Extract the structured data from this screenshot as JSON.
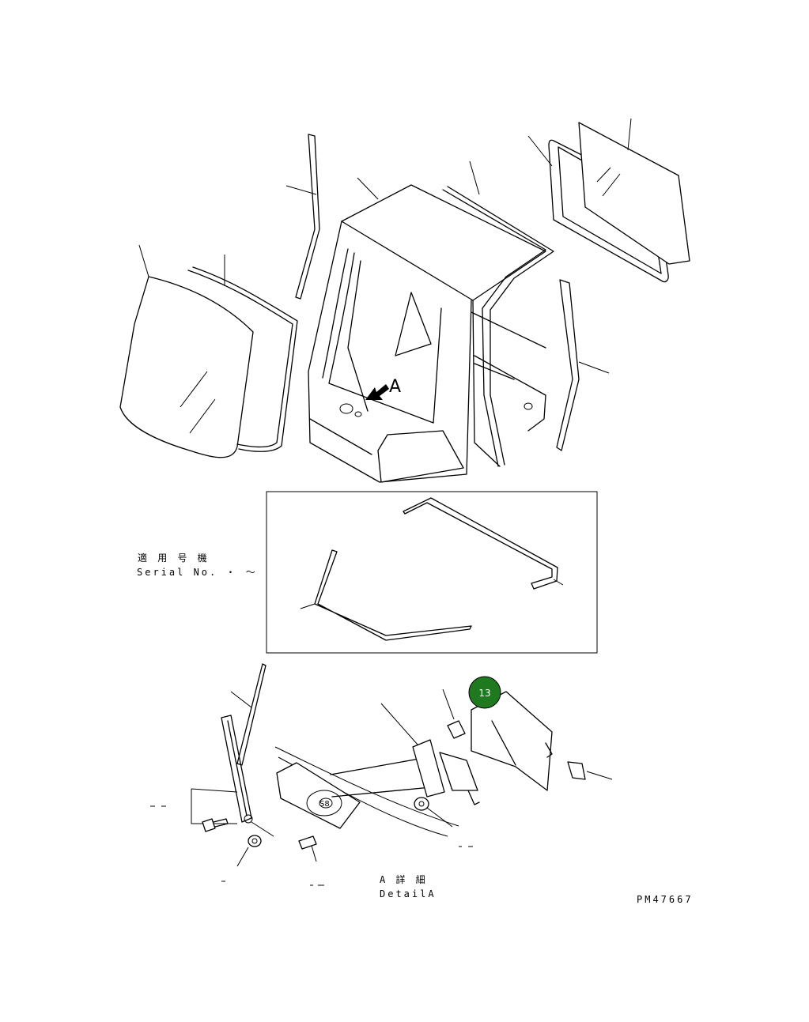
{
  "view_label": "A",
  "serial": {
    "jp": "適 用 号 機",
    "en": "Serial No.  ・ ～"
  },
  "detail": {
    "jp": "A 詳 細",
    "en": "DetailA"
  },
  "drawing_number": "PM47667",
  "callout": {
    "label": "13",
    "color": "#1f7a1f"
  },
  "colors": {
    "line": "#000000",
    "background": "#ffffff"
  }
}
